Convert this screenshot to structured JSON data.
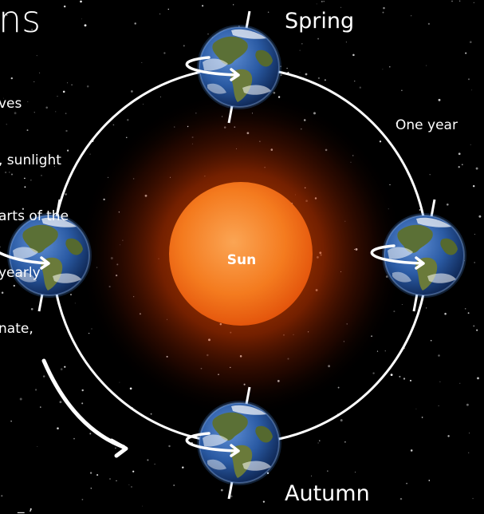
{
  "title_partial": "ns",
  "intro_text_partial": [
    "ves",
    ", sunlight",
    "arts of the",
    "yearly",
    "nate,"
  ],
  "labels": {
    "spring": "Spring",
    "autumn": "Autumn",
    "one_year": "One year",
    "sun": "Sun"
  },
  "bottom_partial": "_ ,",
  "colors": {
    "background": "#000000",
    "orbit": "#ffffff",
    "sun_core": "#f47a1c",
    "sun_glow": "#ff5a00",
    "ocean": "#1f4e95",
    "land": "#4e6a2c",
    "cloud": "#ffffff",
    "text": "#ffffff"
  }
}
